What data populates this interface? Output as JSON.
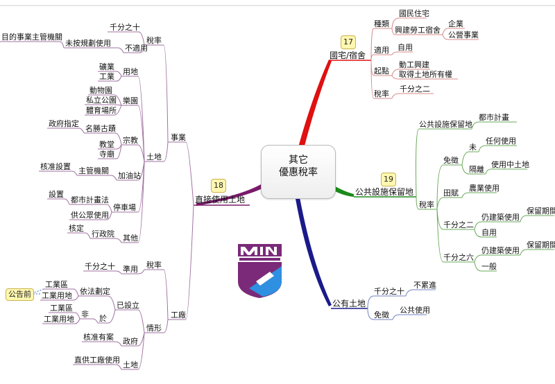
{
  "center": {
    "line1": "其它",
    "line2": "優惠稅率"
  },
  "branches": {
    "house": {
      "title": "國宅/宿舍",
      "badge": "17"
    },
    "reserved": {
      "title": "公共設施保留地",
      "badge": "19"
    },
    "direct": {
      "title": "直接使用土地",
      "badge": "18"
    },
    "public": {
      "title": "公有土地"
    }
  },
  "labels": {
    "r_kind": "種類",
    "r_minzhai": "國民住宅",
    "r_xingjian": "興建勞工宿舍",
    "r_qiye": "企業",
    "r_gongying": "公營事業",
    "r_shiyong": "適用",
    "r_ziyong": "自用",
    "r_qidian": "起點",
    "r_dongong": "動工興建",
    "r_quxde": "取得土地所有權",
    "r_shuilv": "稅率",
    "r_qianfen2": "千分之二",
    "p_gsbl": "公共設施保留地",
    "p_dushi": "都市計畫",
    "p_shuilv": "稅率",
    "p_mianzheng": "免徵",
    "p_wei": "未",
    "p_renhe": "任何使用",
    "p_gelie": "隔離",
    "p_shiyongzhong": "使用中土地",
    "p_tianfu": "田賦",
    "p_nongye": "農業使用",
    "p_qf2": "千分之二",
    "p_fengjian1": "仍建築使用",
    "p_baoliu1": "保留期間",
    "p_ziyong": "自用",
    "p_qf6": "千分之六",
    "p_fengjian2": "仍建築使用",
    "p_baoliu2": "保留期間",
    "p_yiban": "一般",
    "g_qf10": "千分之十",
    "g_buleijin": "不累進",
    "g_mianzheng": "免徵",
    "g_gongong": "公共使用",
    "l_shiye": "事業",
    "l_shuilv": "稅率",
    "l_qf10": "千分之十",
    "l_bushiyong": "不適用",
    "l_weian": "未按規劃使用",
    "l_mudi": "目的事業主管機關",
    "l_tudi": "土地",
    "l_yongdi": "用地",
    "l_kuangye": "礦業",
    "l_gongye": "工業",
    "l_leyuan": "樂園",
    "l_dongwu": "動物園",
    "l_sili": "私立公園",
    "l_tiyu": "體育場所",
    "l_zongjiao": "宗教",
    "l_mingsheng": "名勝古蹟",
    "l_zhengfu": "政府指定",
    "l_jiaotang": "教堂",
    "l_simiao": "寺廟",
    "l_jiayou": "加油站",
    "l_zhuguan": "主管機關",
    "l_hezhun": "核准設置",
    "l_tingche": "停車場",
    "l_dushi": "都市計畫法",
    "l_shezhi": "設置",
    "l_gongzhong": "供公眾使用",
    "l_qita": "其他",
    "l_xingzheng": "行政院",
    "l_heding": "核定",
    "l_gongchang": "工廠",
    "l_f_shuilv": "稅率",
    "l_zhunyong": "準用",
    "l_f_qf10": "千分之十",
    "l_qingxing": "情形",
    "l_yishe": "已設立",
    "l_yifa": "依法劃定",
    "l_gqu1": "工業區",
    "l_gyd1": "工業用地",
    "l_gonggao": "公告前",
    "l_fei": "非",
    "l_yu": "於",
    "l_gqu2": "工業區",
    "l_gyd2": "工業用地",
    "l_zhengfu2": "政府",
    "l_hezhunyouan": "核准有案",
    "l_f_tudi": "土地",
    "l_zhigong": "直供工廠使用"
  },
  "colors": {
    "house": "#e01010",
    "reserved": "#1a8a1a",
    "direct": "#7a1a6a",
    "public": "#1a1a8a",
    "thinGreen": "#6aaa5a",
    "thinRed": "#d88888",
    "thinPurple": "#a070a0",
    "thinBlue": "#7080c0",
    "badgeFill": "#fff7b0"
  }
}
